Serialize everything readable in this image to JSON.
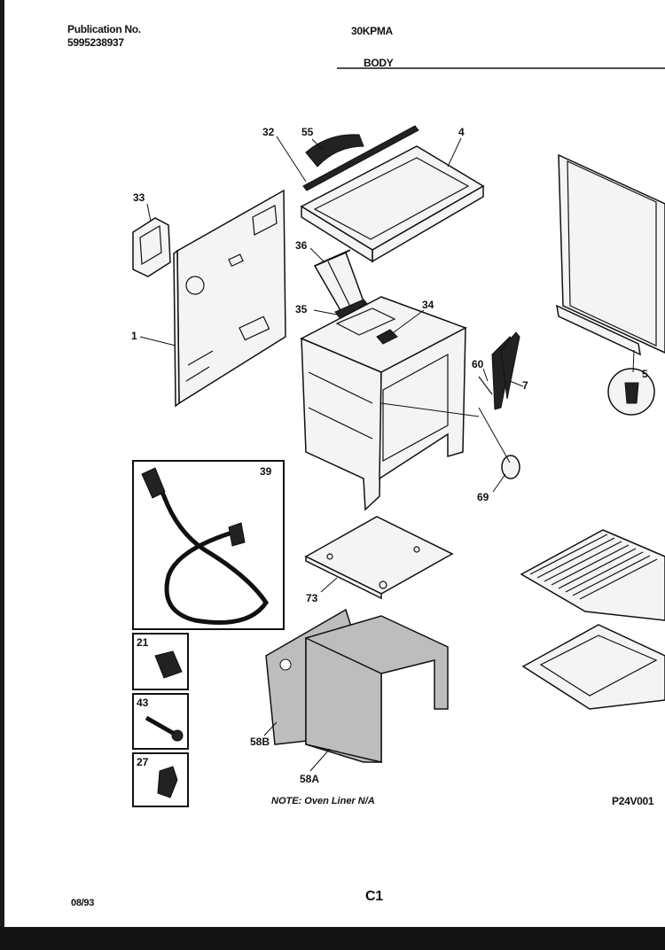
{
  "header": {
    "publication_label": "Publication No.",
    "publication_number": "5995238937",
    "model": "30KPMA",
    "section": "BODY"
  },
  "callouts": [
    "32",
    "55",
    "4",
    "33",
    "36",
    "34",
    "35",
    "1",
    "60",
    "7",
    "5",
    "39",
    "69",
    "73",
    "21",
    "43",
    "27",
    "58B",
    "58A"
  ],
  "note": "NOTE: Oven Liner N/A",
  "figure_code": "P24V001",
  "footer": {
    "date": "08/93",
    "page": "C1"
  }
}
